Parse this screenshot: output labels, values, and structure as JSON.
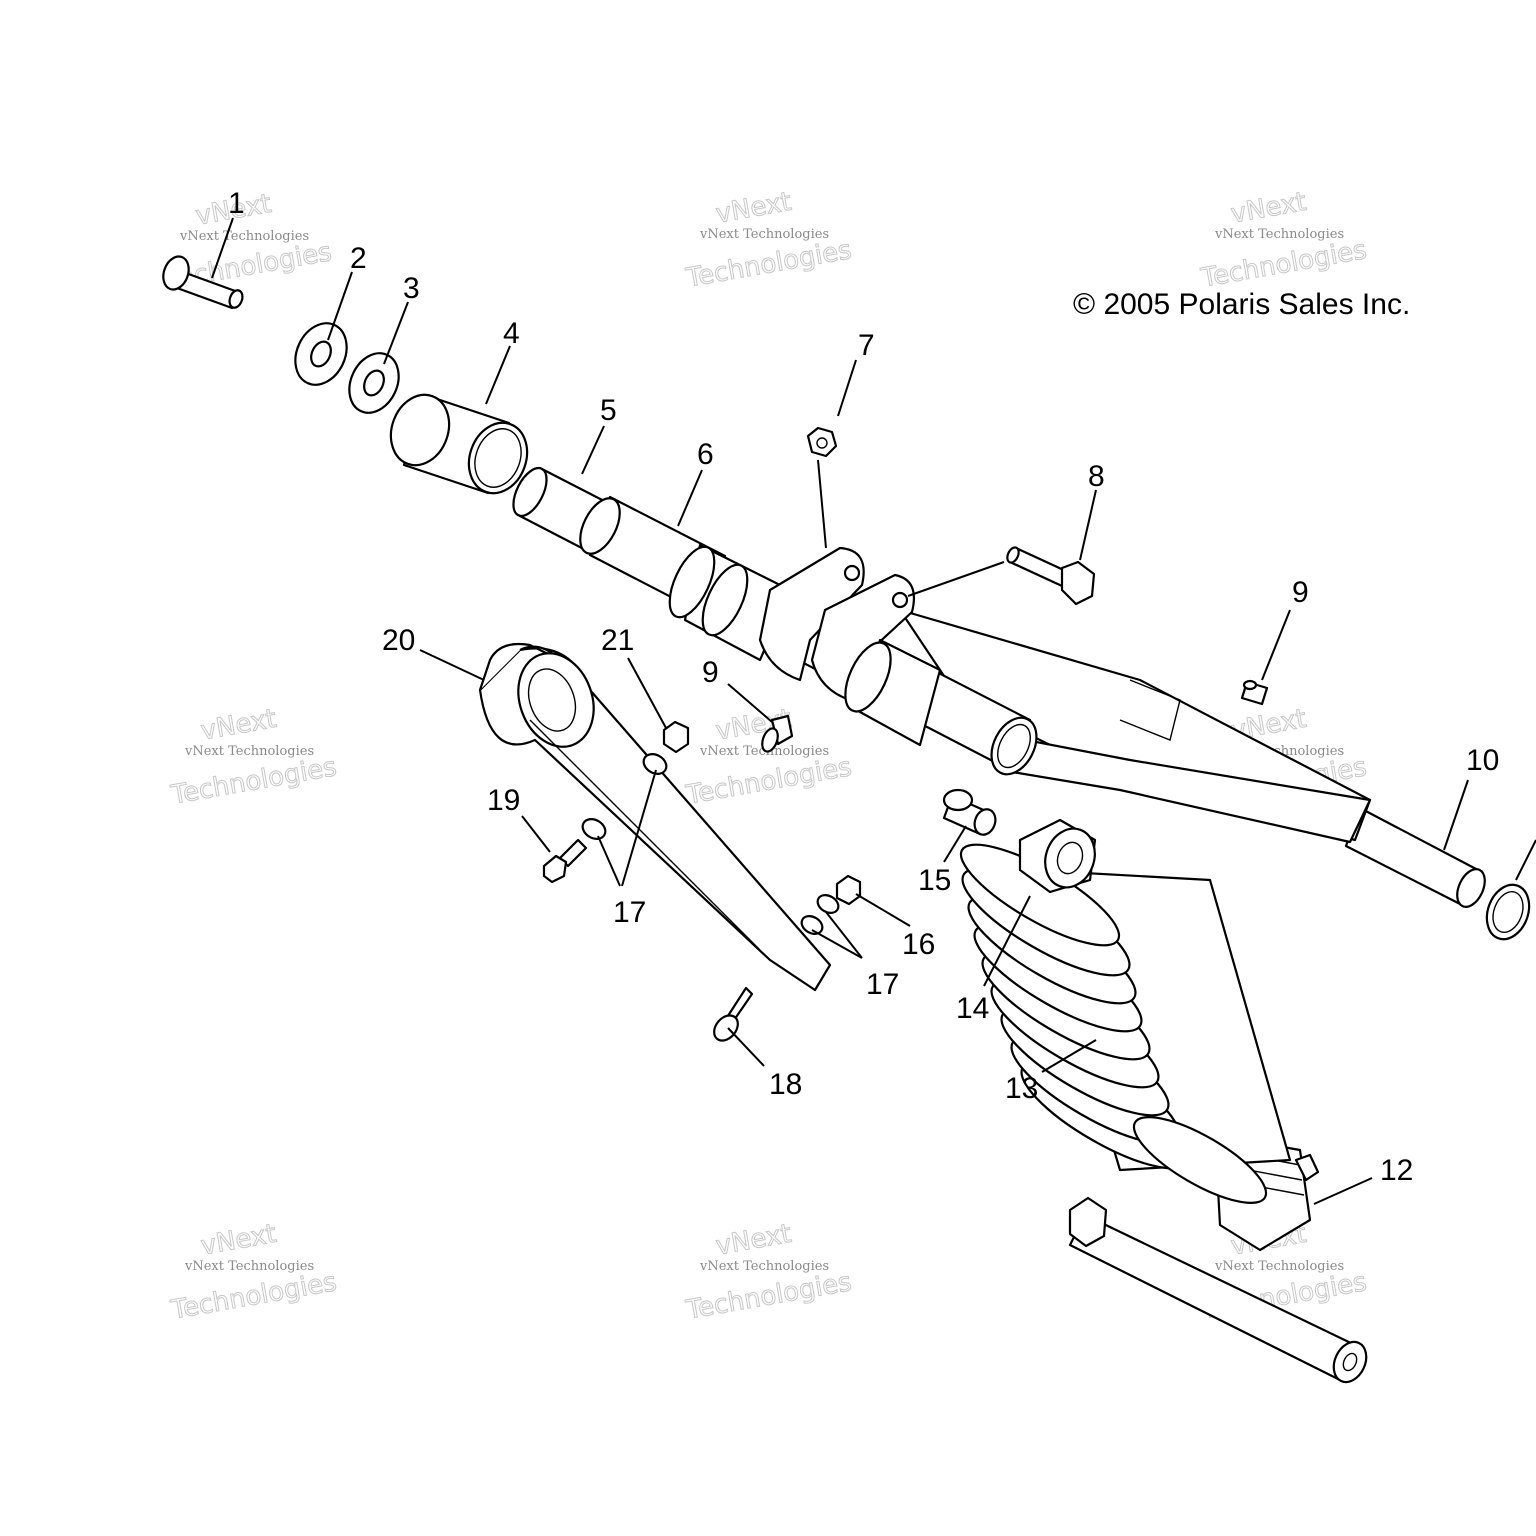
{
  "copyright": "© 2005 Polaris Sales Inc.",
  "watermark": {
    "line1": "vNext Technologies",
    "line2": "vNext",
    "line3": "Technologies"
  },
  "callouts": [
    "1",
    "2",
    "3",
    "4",
    "5",
    "6",
    "7",
    "8",
    "9",
    "9",
    "10",
    "12",
    "13",
    "14",
    "15",
    "16",
    "17",
    "17",
    "18",
    "19",
    "20",
    "21"
  ]
}
